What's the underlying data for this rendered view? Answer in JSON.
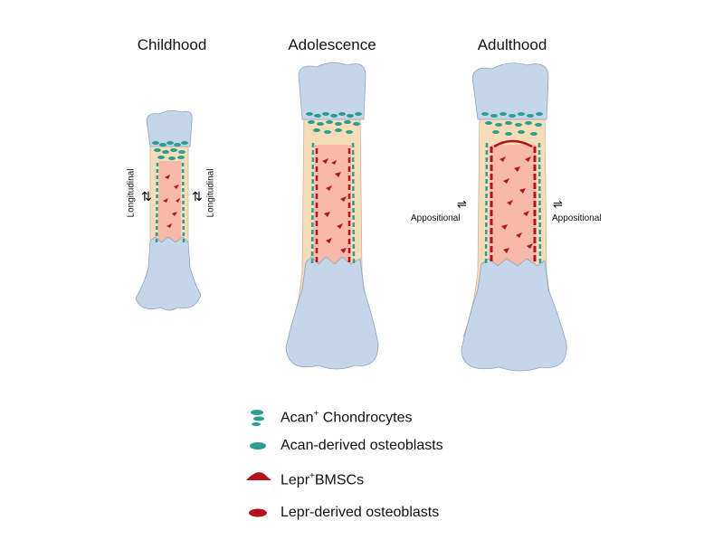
{
  "stages": [
    {
      "id": "childhood",
      "title": "Childhood",
      "growth_label": "Longitudinal"
    },
    {
      "id": "adolescence",
      "title": "Adolescence"
    },
    {
      "id": "adulthood",
      "title": "Adulthood",
      "growth_label": "Appositional"
    }
  ],
  "legend": [
    {
      "id": "acan-chondrocytes",
      "label_pre": "Acan",
      "sup": "+",
      "label_post": " Chondrocytes",
      "color": "#2a9d8f"
    },
    {
      "id": "acan-osteoblasts",
      "label": "Acan-derived osteoblasts",
      "color": "#2a9d8f"
    },
    {
      "id": "lepr-bmscs",
      "label_pre": "Lepr",
      "sup": "+",
      "label_post": "BMSCs",
      "color": "#b3121a"
    },
    {
      "id": "lepr-osteoblasts",
      "label": "Lepr-derived osteoblasts",
      "color": "#b3121a"
    }
  ],
  "colors": {
    "bone_end": "#c6d6ea",
    "cortex": "#f6dcb8",
    "marrow": "#f7b9aa",
    "acan": "#2a9d8f",
    "lepr": "#b3121a"
  }
}
